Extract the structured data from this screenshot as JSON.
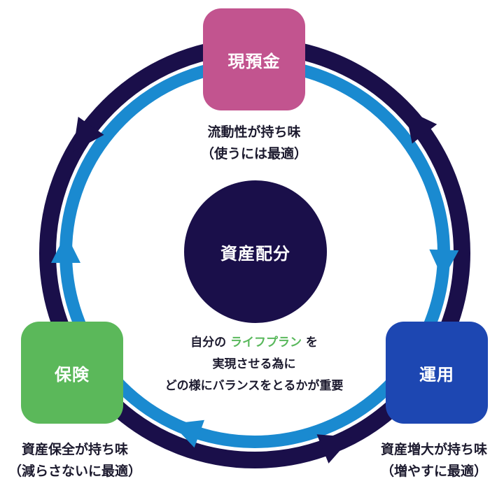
{
  "colors": {
    "ring_outer": "#1a0f4a",
    "ring_inner": "#1a8ad0",
    "cash": "#c2548f",
    "insurance": "#5bb85a",
    "investment": "#1d47b2",
    "center": "#1a0f4a",
    "highlight": "#59b85c",
    "text": "#1c1a2e"
  },
  "center": {
    "label": "資産配分"
  },
  "nodes": {
    "cash": {
      "label": "現預金",
      "caption_line1": "流動性が持ち味",
      "caption_line2": "（使うには最適）"
    },
    "insurance": {
      "label": "保険",
      "caption_line1": "資産保全が持ち味",
      "caption_line2": "（減らさないに最適）"
    },
    "investment": {
      "label": "運用",
      "caption_line1": "資産増大が持ち味",
      "caption_line2": "（増やすに最適）"
    }
  },
  "center_text": {
    "line1_pre": "自分の",
    "line1_highlight": "ライフプラン",
    "line1_post": "を",
    "line2": "実現させる為に",
    "line3": "どの様にバランスをとるかが重要"
  }
}
